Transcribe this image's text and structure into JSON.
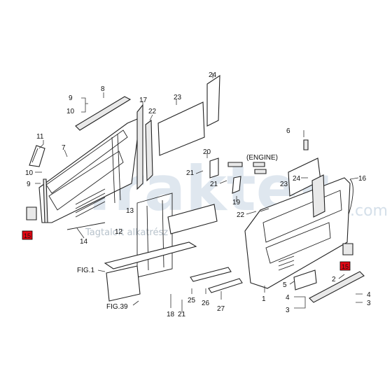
{
  "watermark": {
    "brand": "Trakter",
    "tld": ".com",
    "tagline": "Tagtalolt alkatrész"
  },
  "header": {
    "engine_note": "(ENGINE)"
  },
  "figure_refs": {
    "fig1": "FIG.1",
    "fig39": "FIG.39"
  },
  "highlight_color": "#e30613",
  "callouts": {
    "left": "15",
    "right": "15"
  },
  "labels": {
    "n1": "1",
    "n2": "2",
    "n3a": "3",
    "n3b": "3",
    "n4a": "4",
    "n4b": "4",
    "n5": "5",
    "n6": "6",
    "n7": "7",
    "n8": "8",
    "n9a": "9",
    "n9b": "9",
    "n10a": "10",
    "n10b": "10",
    "n11": "11",
    "n12": "12",
    "n13": "13",
    "n14": "14",
    "n16": "16",
    "n17": "17",
    "n18": "18",
    "n19": "19",
    "n20": "20",
    "n21a": "21",
    "n21b": "21",
    "n21c": "21",
    "n22a": "22",
    "n22b": "22",
    "n23a": "23",
    "n23b": "23",
    "n24a": "24",
    "n24b": "24",
    "n25": "25",
    "n26": "26",
    "n27": "27"
  }
}
